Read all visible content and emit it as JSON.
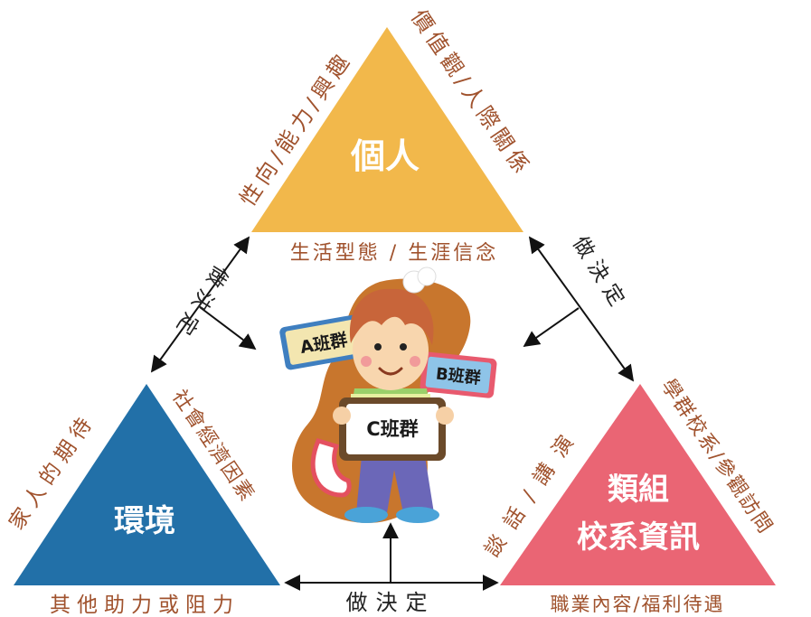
{
  "colors": {
    "personal": "#f2b84b",
    "environment": "#2270a8",
    "school": "#ea6574",
    "text_brown": "#a0522d",
    "arrow": "#111111"
  },
  "triangles": {
    "personal": {
      "title": "個人",
      "left_side": "性向/能力/興趣",
      "right_side": "價值觀/人際關係",
      "bottom": "生活型態 / 生涯信念"
    },
    "environment": {
      "title": "環境",
      "left_side": "家人的期待",
      "right_side": "社會經濟因素",
      "bottom": "其他助力或阻力"
    },
    "school": {
      "title_line1": "類組",
      "title_line2": "校系資訊",
      "left_side": "談話/講演",
      "right_side": "學群校系/參觀訪問",
      "bottom": "職業內容/福利待遇"
    }
  },
  "arrows": {
    "left_label": "做決定",
    "right_label": "做決定",
    "bottom_label": "做決定"
  },
  "illustration": {
    "sign_a": "A班群",
    "sign_b": "B班群",
    "sign_c": "C班群"
  }
}
